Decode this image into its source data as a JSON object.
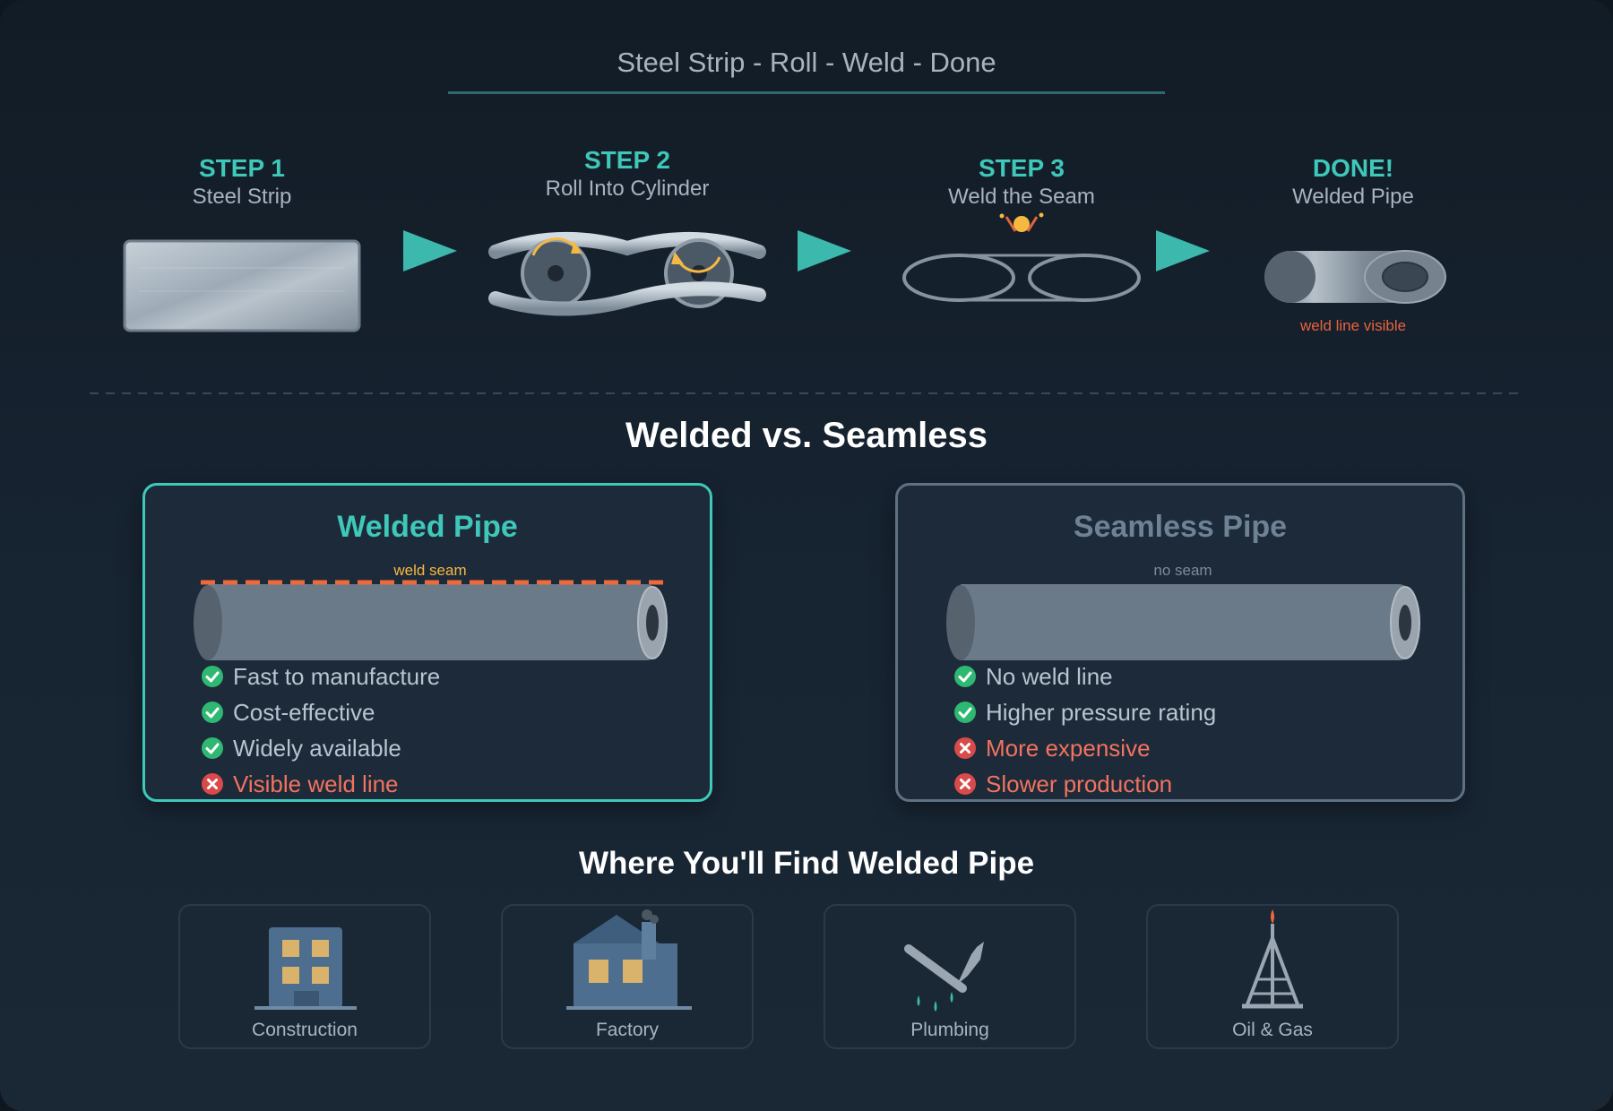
{
  "header": {
    "title": "Steel Strip - Roll - Weld - Done"
  },
  "steps": [
    {
      "title": "STEP 1",
      "subtitle": "Steel Strip"
    },
    {
      "title": "STEP 2",
      "subtitle": "Roll Into Cylinder"
    },
    {
      "title": "STEP 3",
      "subtitle": "Weld the Seam"
    },
    {
      "title": "DONE!",
      "subtitle": "Welded Pipe",
      "note": "weld line visible"
    }
  ],
  "comparison": {
    "heading": "Welded vs. Seamless",
    "welded": {
      "title": "Welded Pipe",
      "pipe_label": "weld seam",
      "features": [
        {
          "text": "Fast to manufacture",
          "kind": "pro"
        },
        {
          "text": "Cost-effective",
          "kind": "pro"
        },
        {
          "text": "Widely available",
          "kind": "pro"
        },
        {
          "text": "Visible weld line",
          "kind": "con"
        }
      ]
    },
    "seamless": {
      "title": "Seamless Pipe",
      "pipe_label": "no seam",
      "features": [
        {
          "text": "No weld line",
          "kind": "pro"
        },
        {
          "text": "Higher pressure rating",
          "kind": "pro"
        },
        {
          "text": "More expensive",
          "kind": "con"
        },
        {
          "text": "Slower production",
          "kind": "con"
        }
      ]
    }
  },
  "applications": {
    "heading": "Where You'll Find Welded Pipe",
    "items": [
      {
        "label": "Construction",
        "icon": "building-icon"
      },
      {
        "label": "Factory",
        "icon": "factory-icon"
      },
      {
        "label": "Plumbing",
        "icon": "wrench-icon"
      },
      {
        "label": "Oil & Gas",
        "icon": "oil-rig-icon"
      }
    ]
  },
  "colors": {
    "accent": "#3fc7b9",
    "con": "#f2735f",
    "seam": "#ee6a3c",
    "spark": "#f5b942",
    "pro_check": "#2eb872",
    "con_cross": "#d94a4a"
  }
}
